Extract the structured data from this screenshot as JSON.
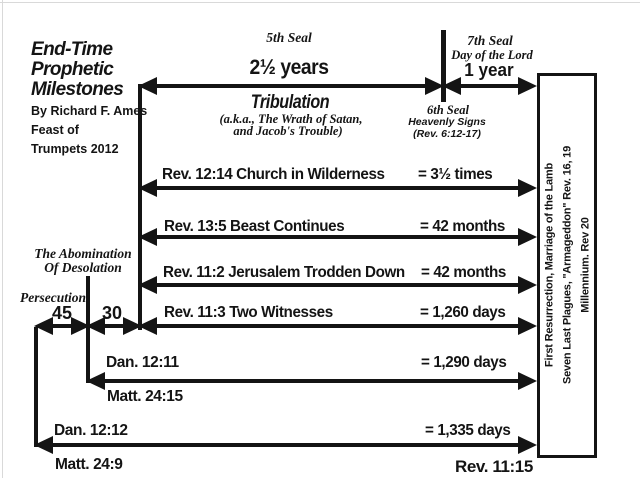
{
  "colors": {
    "ink": "#141414",
    "background": "#ffffff"
  },
  "title": {
    "heading_lines": [
      "End-Time",
      "Prophetic",
      "Milestones"
    ],
    "byline": "By Richard F. Ames",
    "event_line1": "Feast of",
    "event_line2": "Trumpets 2012"
  },
  "seals": {
    "seal5": "5th Seal",
    "seal7": "7th Seal",
    "seal7_sub": "Day of the Lord",
    "seal6": "6th Seal",
    "seal6_sub1": "Heavenly Signs",
    "seal6_sub2": "(Rev. 6:12-17)"
  },
  "tribulation": {
    "duration": "2½ years",
    "title": "Tribulation",
    "subtitle_line1": "(a.k.a., The Wrath of Satan,",
    "subtitle_line2": "and Jacob's Trouble)",
    "day_of_lord_duration": "1 year"
  },
  "timeline_rows": [
    {
      "label": "Rev. 12:14 Church in Wilderness",
      "value": "= 3½ times"
    },
    {
      "label": "Rev. 13:5 Beast Continues",
      "value": "= 42 months"
    },
    {
      "label": "Rev. 11:2 Jerusalem Trodden Down",
      "value": "= 42 months"
    },
    {
      "label": "Rev. 11:3 Two Witnesses",
      "value": "= 1,260 days"
    }
  ],
  "abomination": {
    "line1": "The Abomination",
    "line2": "Of Desolation",
    "persecution": "Persecution",
    "days_45": "45",
    "days_30": "30"
  },
  "bottom_rows": [
    {
      "top_label": "Dan. 12:11",
      "bottom_label": "Matt. 24:15",
      "value": "= 1,290 days"
    },
    {
      "top_label": "Dan. 12:12",
      "bottom_label": "Matt. 24:9",
      "value": "= 1,335 days"
    }
  ],
  "rev_1115": "Rev. 11:15",
  "end_box_lines": [
    "First Resurrection, Marriage of the Lamb",
    "Seven Last Plagues, \"Armageddon\" Rev. 16, 19",
    "Millennium. Rev 20"
  ]
}
